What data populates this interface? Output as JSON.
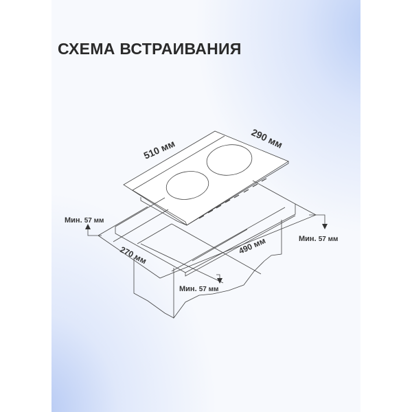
{
  "title": "СХЕМА ВСТРАИВАНИЯ",
  "dimensions": {
    "hob_width": "510 мм",
    "hob_depth": "290 мм",
    "cutout_depth": "270 мм",
    "cutout_width": "490 мм"
  },
  "clearances": {
    "left_prefix": "Мин.",
    "left_value": "57 мм",
    "right_prefix": "Мин.",
    "right_value": "57 мм",
    "front_prefix": "Мин.",
    "front_value": "57 мм"
  }
}
